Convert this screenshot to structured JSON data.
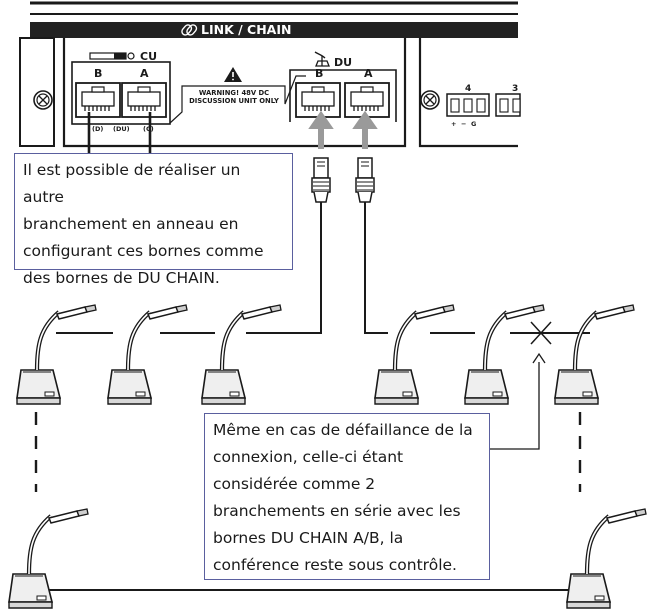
{
  "panel": {
    "section_title": "LINK / CHAIN",
    "cu_label": "CU",
    "du_label": "DU",
    "port_b": "B",
    "port_a": "A",
    "cu_sublabels": [
      "(D)",
      "(DU)",
      "(C)"
    ],
    "warning_line1": "WARNING! 48V DC",
    "warning_line2": "DISCUSSION UNIT ONLY",
    "terminal_4": "4",
    "terminal_3": "3",
    "terminal_signs": "+  −  G"
  },
  "callouts": {
    "top": [
      "Il est possible de réaliser un autre",
      "branchement en anneau en",
      "configurant ces bornes comme",
      "des bornes de DU CHAIN."
    ],
    "bottom": [
      "Même en cas de défaillance de la",
      "connexion, celle-ci étant",
      "considérée comme 2",
      "branchements en série avec les",
      "bornes DU CHAIN A/B, la",
      "conférence reste sous contrôle."
    ]
  },
  "colors": {
    "outline": "#1a1a1a",
    "panel_fill": "#ffffff",
    "callout_border": "#5a5f9e",
    "arrow_gray": "#9a9a9a",
    "mic_fill": "#e8e8e8"
  }
}
